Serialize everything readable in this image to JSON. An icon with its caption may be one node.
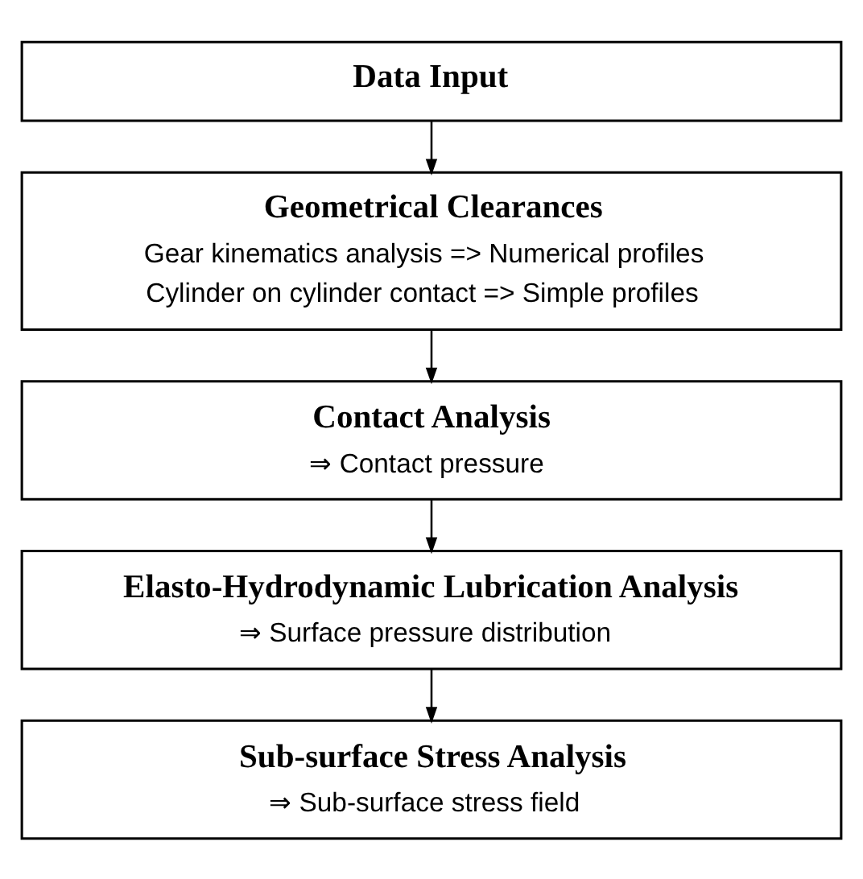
{
  "diagram": {
    "nodes": [
      {
        "text": [
          "Data Input"
        ]
      },
      {
        "text": [
          "Geometrical Clearances",
          "Gear kinematics analysis => Numerical profiles",
          "Cylinder on cylinder contact => Simple profiles"
        ]
      },
      {
        "text": [
          "Contact Analysis",
          "⇒ Contact pressure"
        ]
      },
      {
        "text": [
          "Elasto-Hydrodynamic Lubrication Analysis",
          "⇒ Surface pressure distribution"
        ]
      },
      {
        "text": [
          "Sub-surface Stress Analysis",
          "⇒ Sub-surface stress field"
        ]
      }
    ],
    "edges": [
      {
        "from": 0,
        "to": 1,
        "arrow": "to"
      },
      {
        "from": 1,
        "to": 2,
        "arrow": "to"
      },
      {
        "from": 2,
        "to": 3,
        "arrow": "to"
      },
      {
        "from": 3,
        "to": 4,
        "arrow": "to"
      }
    ]
  }
}
